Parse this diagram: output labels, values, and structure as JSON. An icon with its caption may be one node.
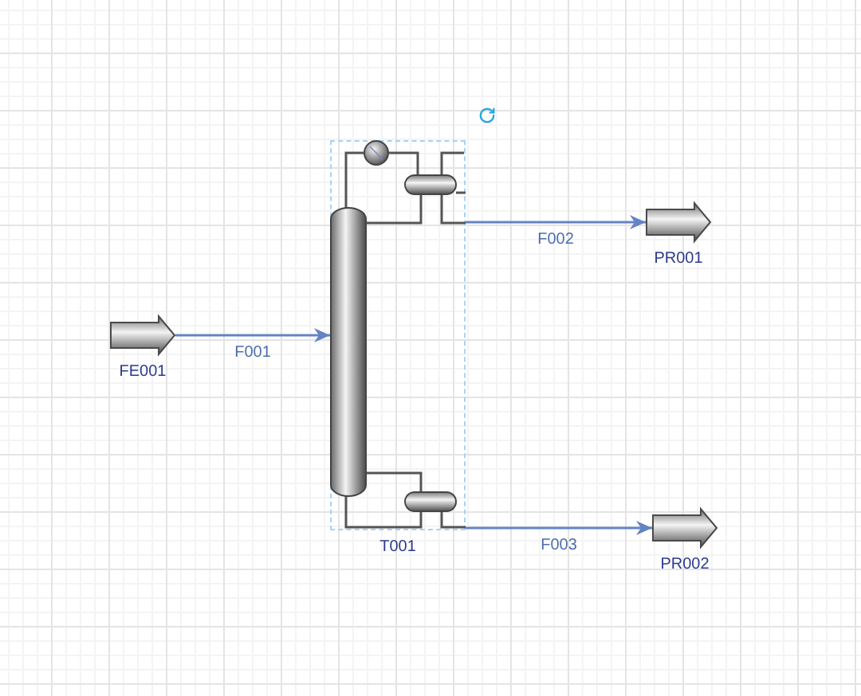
{
  "diagram": {
    "nodes": [
      {
        "text": [
          "FE001"
        ]
      },
      {
        "text": [
          "T001"
        ]
      },
      {
        "text": [],
        "shape": "cylinder",
        "in": 1
      },
      {
        "text": [
          "PR001"
        ]
      },
      {
        "text": [
          "PR002"
        ]
      }
    ],
    "edges": [
      {
        "from": 0,
        "to": 2,
        "arrow": "to",
        "label": "F001"
      },
      {
        "from": 1,
        "to": 3,
        "arrow": "to",
        "label": "F002"
      },
      {
        "from": 1,
        "to": 4,
        "arrow": "to",
        "label": "F003"
      }
    ]
  }
}
